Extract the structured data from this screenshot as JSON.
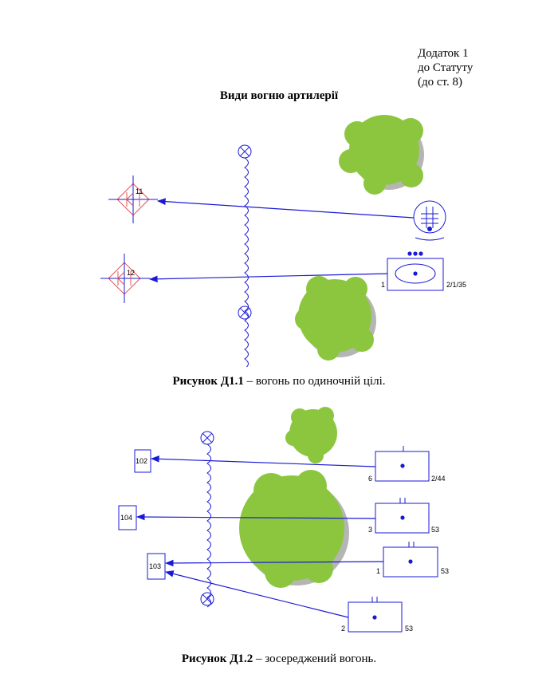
{
  "addendum": {
    "line1": "Додаток 1",
    "line2": "до Статуту",
    "line3": "(до ст. 8)"
  },
  "title": "Види вогню артилерії",
  "figure1": {
    "caption_bold": "Рисунок Д1.1",
    "caption_text": " – вогонь по одиночній цілі.",
    "target_top": "11",
    "target_bottom": "12",
    "battery_left_label": "1",
    "battery_right_label": "2/1/35"
  },
  "figure2": {
    "caption_bold": "Рисунок Д1.2",
    "caption_text": " – зосереджений вогонь.",
    "targets": [
      "102",
      "104",
      "103"
    ],
    "units": [
      {
        "left_label": "6",
        "right_label": "2/44"
      },
      {
        "left_label": "3",
        "right_label": "53"
      },
      {
        "left_label": "1",
        "right_label": "53"
      },
      {
        "left_label": "2",
        "right_label": "53"
      }
    ]
  },
  "colors": {
    "symbol_blue": "#1a1ad6",
    "target_red": "#e05050",
    "tree_green": "#8cc63f",
    "tree_shadow": "#b5b5b5"
  }
}
